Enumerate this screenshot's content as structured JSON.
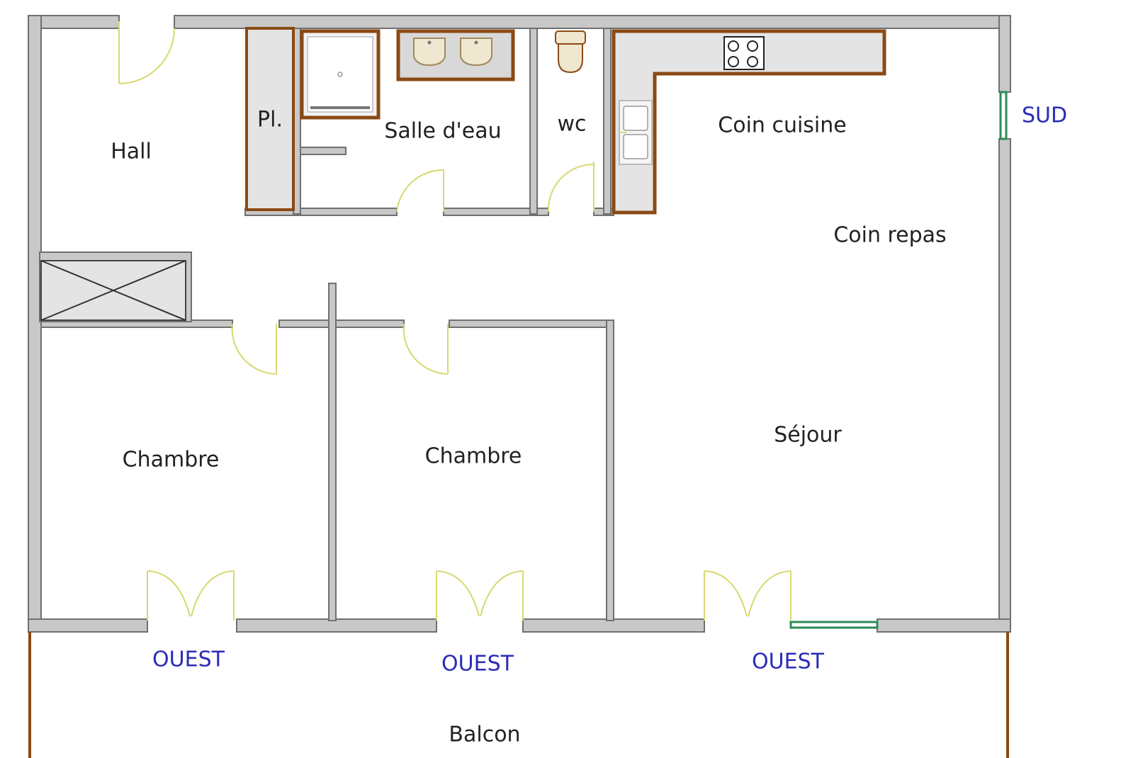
{
  "rooms": {
    "hall": "Hall",
    "placard": "Pl.",
    "salle_eau": "Salle d'eau",
    "wc": "wc",
    "coin_cuisine": "Coin cuisine",
    "coin_repas": "Coin repas",
    "chambre_1": "Chambre",
    "chambre_2": "Chambre",
    "sejour": "Séjour",
    "balcon": "Balcon"
  },
  "orientations": {
    "sud": "SUD",
    "ouest_1": "OUEST",
    "ouest_2": "OUEST",
    "ouest_3": "OUEST"
  },
  "colors": {
    "wall_fill": "#c8c8c8",
    "wall_stroke": "#707070",
    "furniture_fill": "#e4e4e4",
    "furniture_border": "#8a4a14",
    "door_arc": "#d8d870",
    "window": "#2e8b57",
    "orientation_text": "#2b2bb8",
    "label_text": "#222222"
  },
  "icons": {
    "door": "door-swing-icon",
    "double_door": "double-door-icon",
    "shower": "shower-tray-icon",
    "sink": "double-sink-icon",
    "toilet": "toilet-icon",
    "hob": "cooktop-icon",
    "kitchen_sink": "kitchen-sink-icon",
    "shaft": "ventilation-shaft-icon"
  }
}
